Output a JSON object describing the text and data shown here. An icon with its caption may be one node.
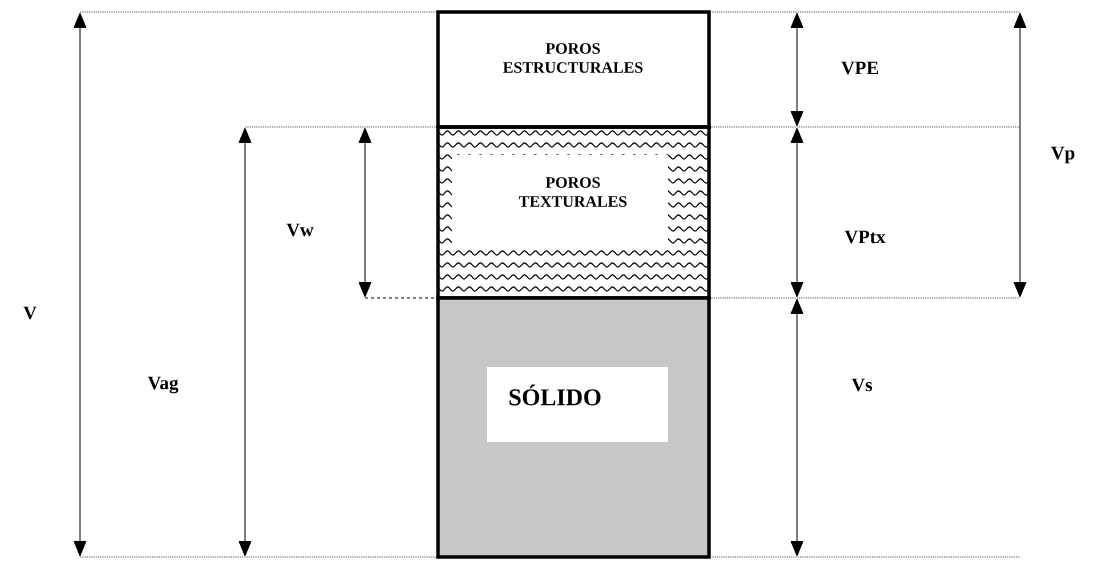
{
  "diagram": {
    "nodes": [
      {
        "text": [
          "POROS ESTRUCTURALES"
        ]
      },
      {
        "text": [
          "POROS TEXTURALES"
        ]
      },
      {
        "text": [
          "SÓLIDO"
        ]
      }
    ],
    "labels": [
      "VPE",
      "Vp",
      "Vw",
      "VPtx",
      "V",
      "Vag",
      "Vs"
    ]
  }
}
